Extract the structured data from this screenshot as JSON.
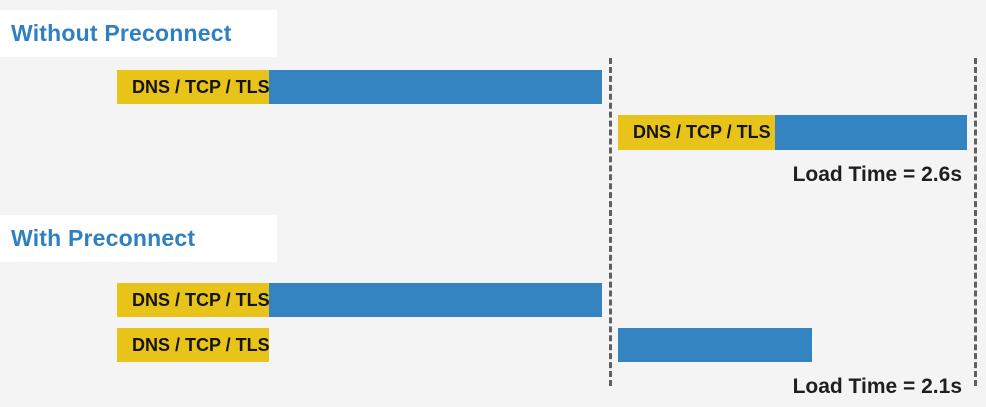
{
  "diagram": {
    "bar_label": "DNS / TCP / TLS",
    "sections": [
      {
        "id": "without-preconnect",
        "heading": "Without Preconnect",
        "load_time": "Load Time = 2.6s",
        "rows": [
          {
            "segments": [
              "connect",
              "load"
            ]
          },
          {
            "segments": [
              "connect",
              "load"
            ]
          }
        ]
      },
      {
        "id": "with-preconnect",
        "heading": "With Preconnect",
        "load_time": "Load Time = 2.1s",
        "rows": [
          {
            "segments": [
              "connect",
              "load"
            ]
          },
          {
            "segments": [
              "connect"
            ]
          },
          {
            "segments": [
              "load"
            ]
          }
        ]
      }
    ]
  },
  "colors": {
    "background": "#f4f4f4",
    "heading_background": "#ffffff",
    "heading_text": "#2e80c1",
    "connect_segment_yellow": "#e8c41b",
    "load_segment_blue": "#3484c2",
    "dashed_line_gray": "#606060",
    "bar_label_text": "#141414",
    "load_time_text": "#1f1f1f"
  }
}
